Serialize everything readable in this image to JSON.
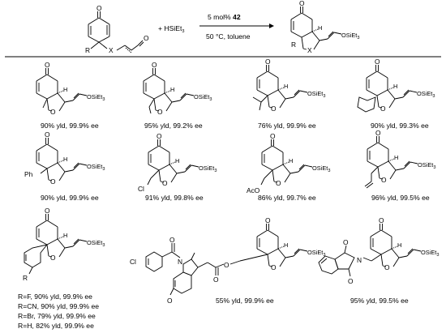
{
  "reaction": {
    "reagent": "+ HSiEt",
    "reagent_sub": "3",
    "catalyst_pre": "5 mol% ",
    "catalyst_num": "42",
    "conditions": "50 °C, toluene",
    "sm_labels": {
      "R": "R",
      "X": "X",
      "O": "O"
    },
    "prod_labels": {
      "R": "R",
      "X": "X",
      "O": "O",
      "H": "H",
      "otes": "OSiEt",
      "otes_sub": "3"
    }
  },
  "products": [
    {
      "id": 1,
      "result": "90% yld, 99.9% ee"
    },
    {
      "id": 2,
      "result": "95% yld, 99.2% ee"
    },
    {
      "id": 3,
      "result": "76% yld, 99.9% ee"
    },
    {
      "id": 4,
      "result": "90% yld, 99.3% ee"
    },
    {
      "id": 5,
      "result": "90% yld, 99.9% ee",
      "substituent": "Ph"
    },
    {
      "id": 6,
      "result": "91% yld, 99.8% ee",
      "substituent": "Cl"
    },
    {
      "id": 7,
      "result": "86% yld, 99.7% ee",
      "substituent": "AcO"
    },
    {
      "id": 8,
      "result": "96% yld, 99.5% ee"
    },
    {
      "id": 9,
      "substituent": "R",
      "results": [
        "R=F, 90% yld, 99.9% ee",
        "R=CN, 90% yld, 99.9% ee",
        "R=Br, 79% yld, 99.9% ee",
        "R=H, 82% yld, 99.9% ee"
      ]
    },
    {
      "id": 10,
      "result": "55% yld, 99.9% ee",
      "labels": {
        "cl": "Cl",
        "n": "N",
        "ome": "O"
      }
    },
    {
      "id": 11,
      "result": "95% yld, 99.5% ee",
      "labels": {
        "n": "N"
      }
    }
  ],
  "common_labels": {
    "O": "O",
    "H": "H",
    "otes": "OSiEt",
    "otes_sub": "3"
  }
}
